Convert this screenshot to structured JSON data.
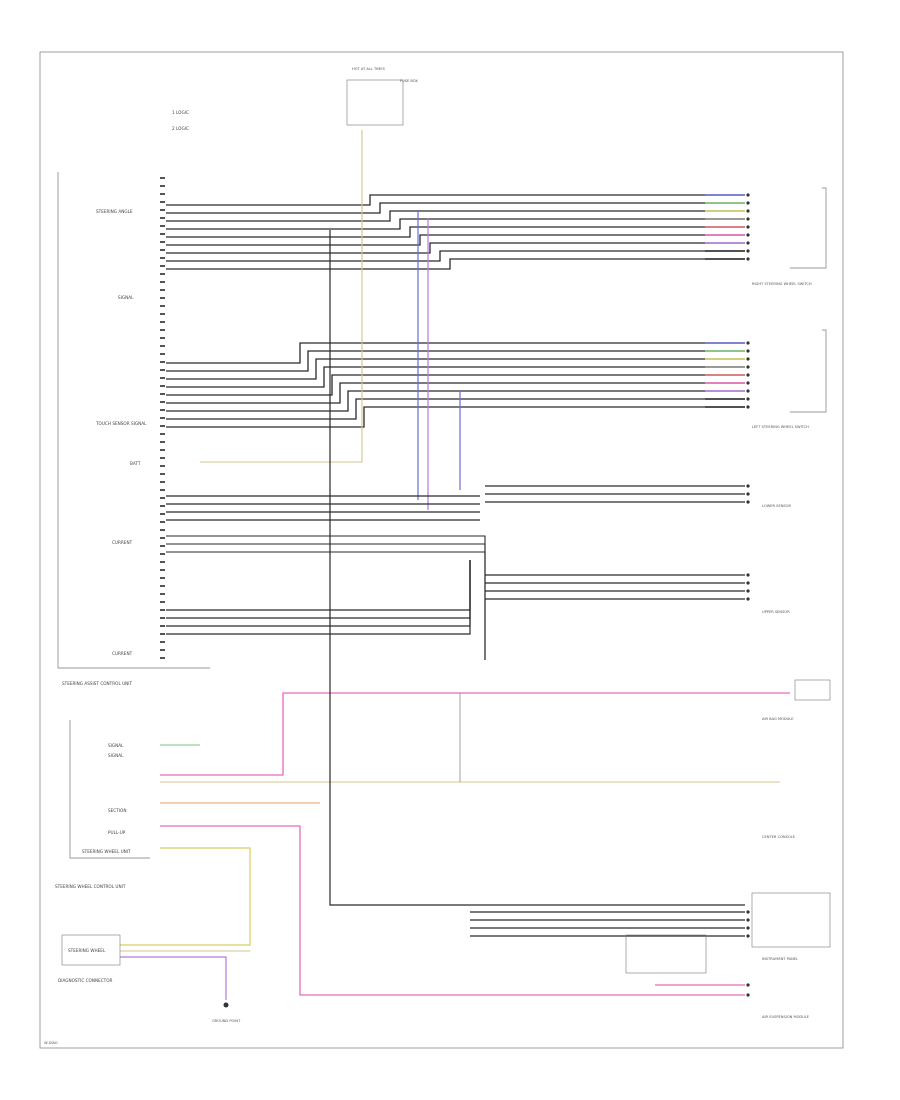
{
  "legend": {
    "l1": "1  LOGIC",
    "l2": "2  LOGIC"
  },
  "connector": {
    "top": "HOT AT ALL TIMES",
    "fuse": "FUSE BOX"
  },
  "left_labels": {
    "a": "STEERING ANGLE",
    "b": "SIGNAL",
    "c": "TOUCH SENSOR SIGNAL",
    "d": "BATT",
    "e": "CURRENT",
    "f": "CURRENT"
  },
  "left_box": {
    "caption": "STEERING ASSIST CONTROL UNIT"
  },
  "lower_left": {
    "l1": "SIGNAL",
    "l2": "SIGNAL",
    "l3": "SECTION",
    "l4": "PULL-UP",
    "l5": "STEERING WHEEL UNIT",
    "caption": "STEERING WHEEL CONTROL UNIT"
  },
  "bottom_left": {
    "unit": "STEERING WHEEL",
    "caption": "DIAGNOSTIC CONNECTOR",
    "ground": "GROUND POINT"
  },
  "right_labels": {
    "top_caption": "RIGHT STEERING WHEEL SWITCH",
    "mid_caption": "LEFT STEERING WHEEL SWITCH",
    "r3_caption": "LOWER SENSOR",
    "r4_caption": "UPPER SENSOR",
    "r5_caption": "AIR BAG MODULE",
    "r6_caption": "CENTER CONSOLE",
    "r7_caption": "INSTRUMENT PANEL",
    "r8_caption": "AIR SUSPENSION MODULE"
  },
  "footer": {
    "code": "W-DIAG"
  },
  "colors": {
    "black": "#2a2a2a",
    "gray": "#8a8a8a",
    "blue": "#6b6bd8",
    "green": "#7bc47b",
    "yellow": "#d8cf62",
    "red": "#e06b6b",
    "pink": "#e86ab8",
    "violet": "#b57ad8",
    "tan": "#d6c48e",
    "orange": "#e0a060"
  }
}
